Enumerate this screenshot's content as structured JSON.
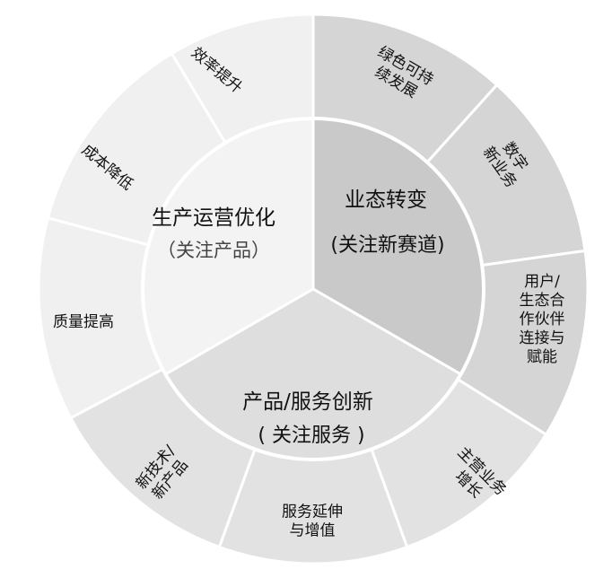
{
  "inner": [
    {
      "id": "ops",
      "title": "生产运营优化",
      "subtitle": "（关注产品）",
      "color": "#f3f3f3"
    },
    {
      "id": "biz",
      "title": "业态转变",
      "subtitle": "(关注新赛道)",
      "color": "#c9c9c9"
    },
    {
      "id": "prod",
      "title": "产品/服务创新",
      "subtitle": "( 关注服务 )",
      "color": "#dedede"
    }
  ],
  "outer": [
    {
      "id": "efficiency",
      "lines": [
        "效率提升"
      ],
      "color": "#f0f0f0"
    },
    {
      "id": "green",
      "lines": [
        "绿色可持",
        "续发展"
      ],
      "color": "#d5d5d5"
    },
    {
      "id": "digital",
      "lines": [
        "数字",
        "新业务"
      ],
      "color": "#d5d5d5"
    },
    {
      "id": "ecosystem",
      "lines": [
        "用户/",
        "生态合",
        "作伙伴",
        "连接与",
        "赋能"
      ],
      "color": "#d5d5d5"
    },
    {
      "id": "mainbiz",
      "lines": [
        "主营业务",
        "增长"
      ],
      "color": "#e2e2e2"
    },
    {
      "id": "extension",
      "lines": [
        "服务延伸",
        "与增值"
      ],
      "color": "#e2e2e2"
    },
    {
      "id": "newtech",
      "lines": [
        "新技术/",
        "新产品"
      ],
      "color": "#e2e2e2"
    },
    {
      "id": "quality",
      "lines": [
        "质量提高"
      ],
      "color": "#f0f0f0"
    },
    {
      "id": "cost",
      "lines": [
        "成本降低"
      ],
      "color": "#f0f0f0"
    }
  ]
}
